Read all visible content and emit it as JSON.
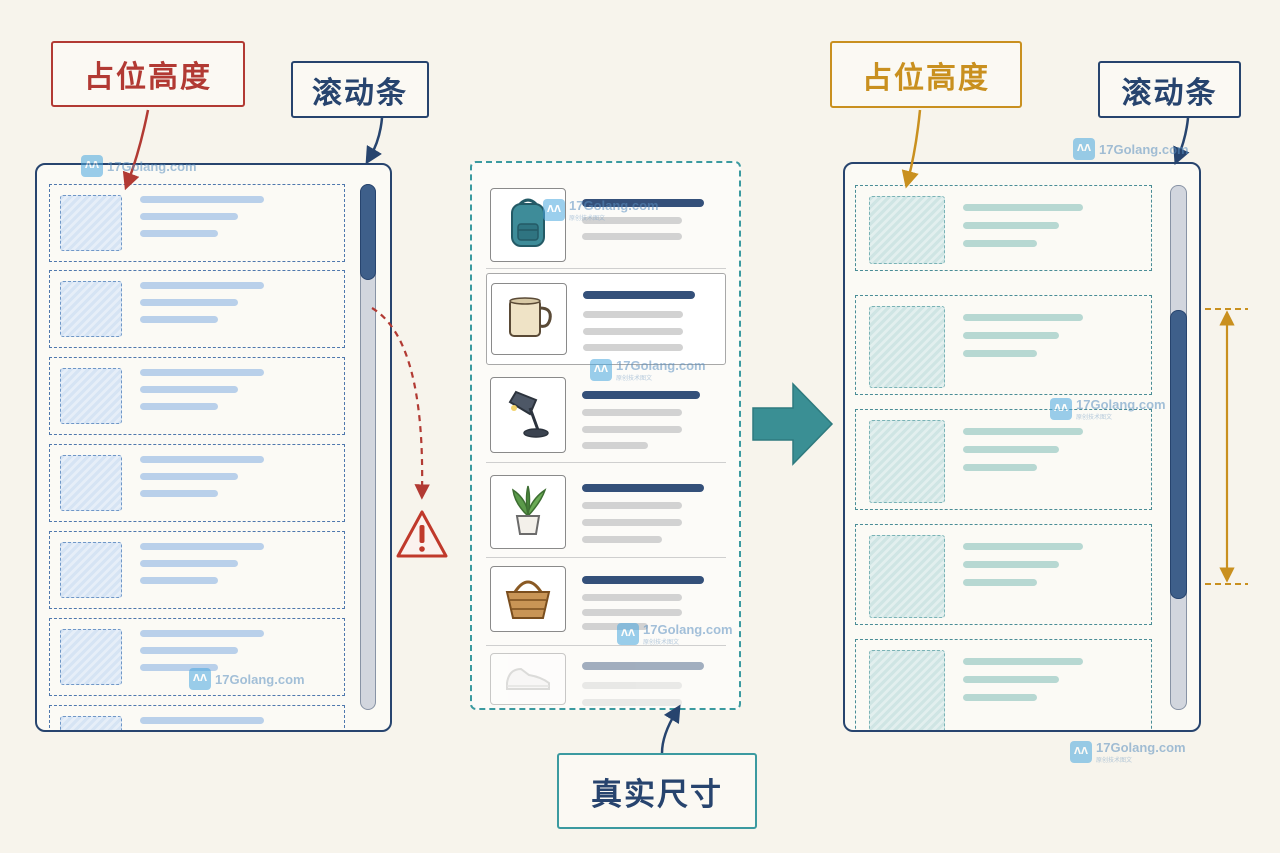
{
  "labels": {
    "left_placeholder": "占位高度",
    "left_scrollbar": "滚动条",
    "right_placeholder": "占位高度",
    "right_scrollbar": "滚动条",
    "real_size": "真实尺寸"
  },
  "watermark": {
    "site": "17Golang.com",
    "subtitle": "原创技术图文",
    "logo_glyph": "ᐱᐱ"
  },
  "real_items": [
    {
      "icon": "backpack-icon"
    },
    {
      "icon": "mug-icon"
    },
    {
      "icon": "desk-lamp-icon"
    },
    {
      "icon": "potted-plant-icon"
    },
    {
      "icon": "basket-icon"
    },
    {
      "icon": "sneaker-icon"
    }
  ],
  "colors": {
    "left_placeholder_accent": "#b23a33",
    "right_placeholder_accent": "#c9901f",
    "scrollbar_label": "#27446e",
    "real_size_accent": "#3b9aa0",
    "warning": "#c0392b",
    "arrow": "#3a8f94"
  },
  "icons": {
    "warning": "warning-triangle-icon",
    "arrow": "right-arrow-icon",
    "height_marker": "double-arrow-icon"
  }
}
